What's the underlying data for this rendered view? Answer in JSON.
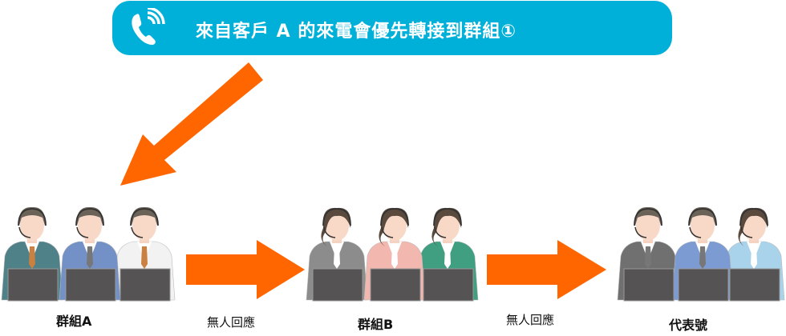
{
  "banner": {
    "text": "來自客戶 A 的來電會優先轉接到群組①",
    "icon": "phone-ringing-icon"
  },
  "colors": {
    "banner": "#00b0d8",
    "arrow": "#ff6600"
  },
  "groups": [
    {
      "label": "群組A",
      "suits": [
        "#4f8189",
        "#7391c6",
        "#f2f2f2"
      ],
      "ties": [
        "#c98040",
        "#777777",
        "#c98040"
      ],
      "gender": [
        "m",
        "m",
        "m"
      ]
    },
    {
      "label": "群組B",
      "suits": [
        "#8c8c8c",
        "#f2b8b0",
        "#3f9f80"
      ],
      "ties": [
        "#ffffff",
        "#ffffff",
        "#ffffff"
      ],
      "gender": [
        "f",
        "f",
        "f"
      ]
    },
    {
      "label": "代表號",
      "suits": [
        "#707070",
        "#7b9bd2",
        "#a9d3ea"
      ],
      "ties": [
        "#777777",
        "#777777",
        "#ffffff"
      ],
      "gender": [
        "m",
        "m",
        "f"
      ]
    }
  ],
  "transitions": [
    "無人回應",
    "無人回應"
  ]
}
